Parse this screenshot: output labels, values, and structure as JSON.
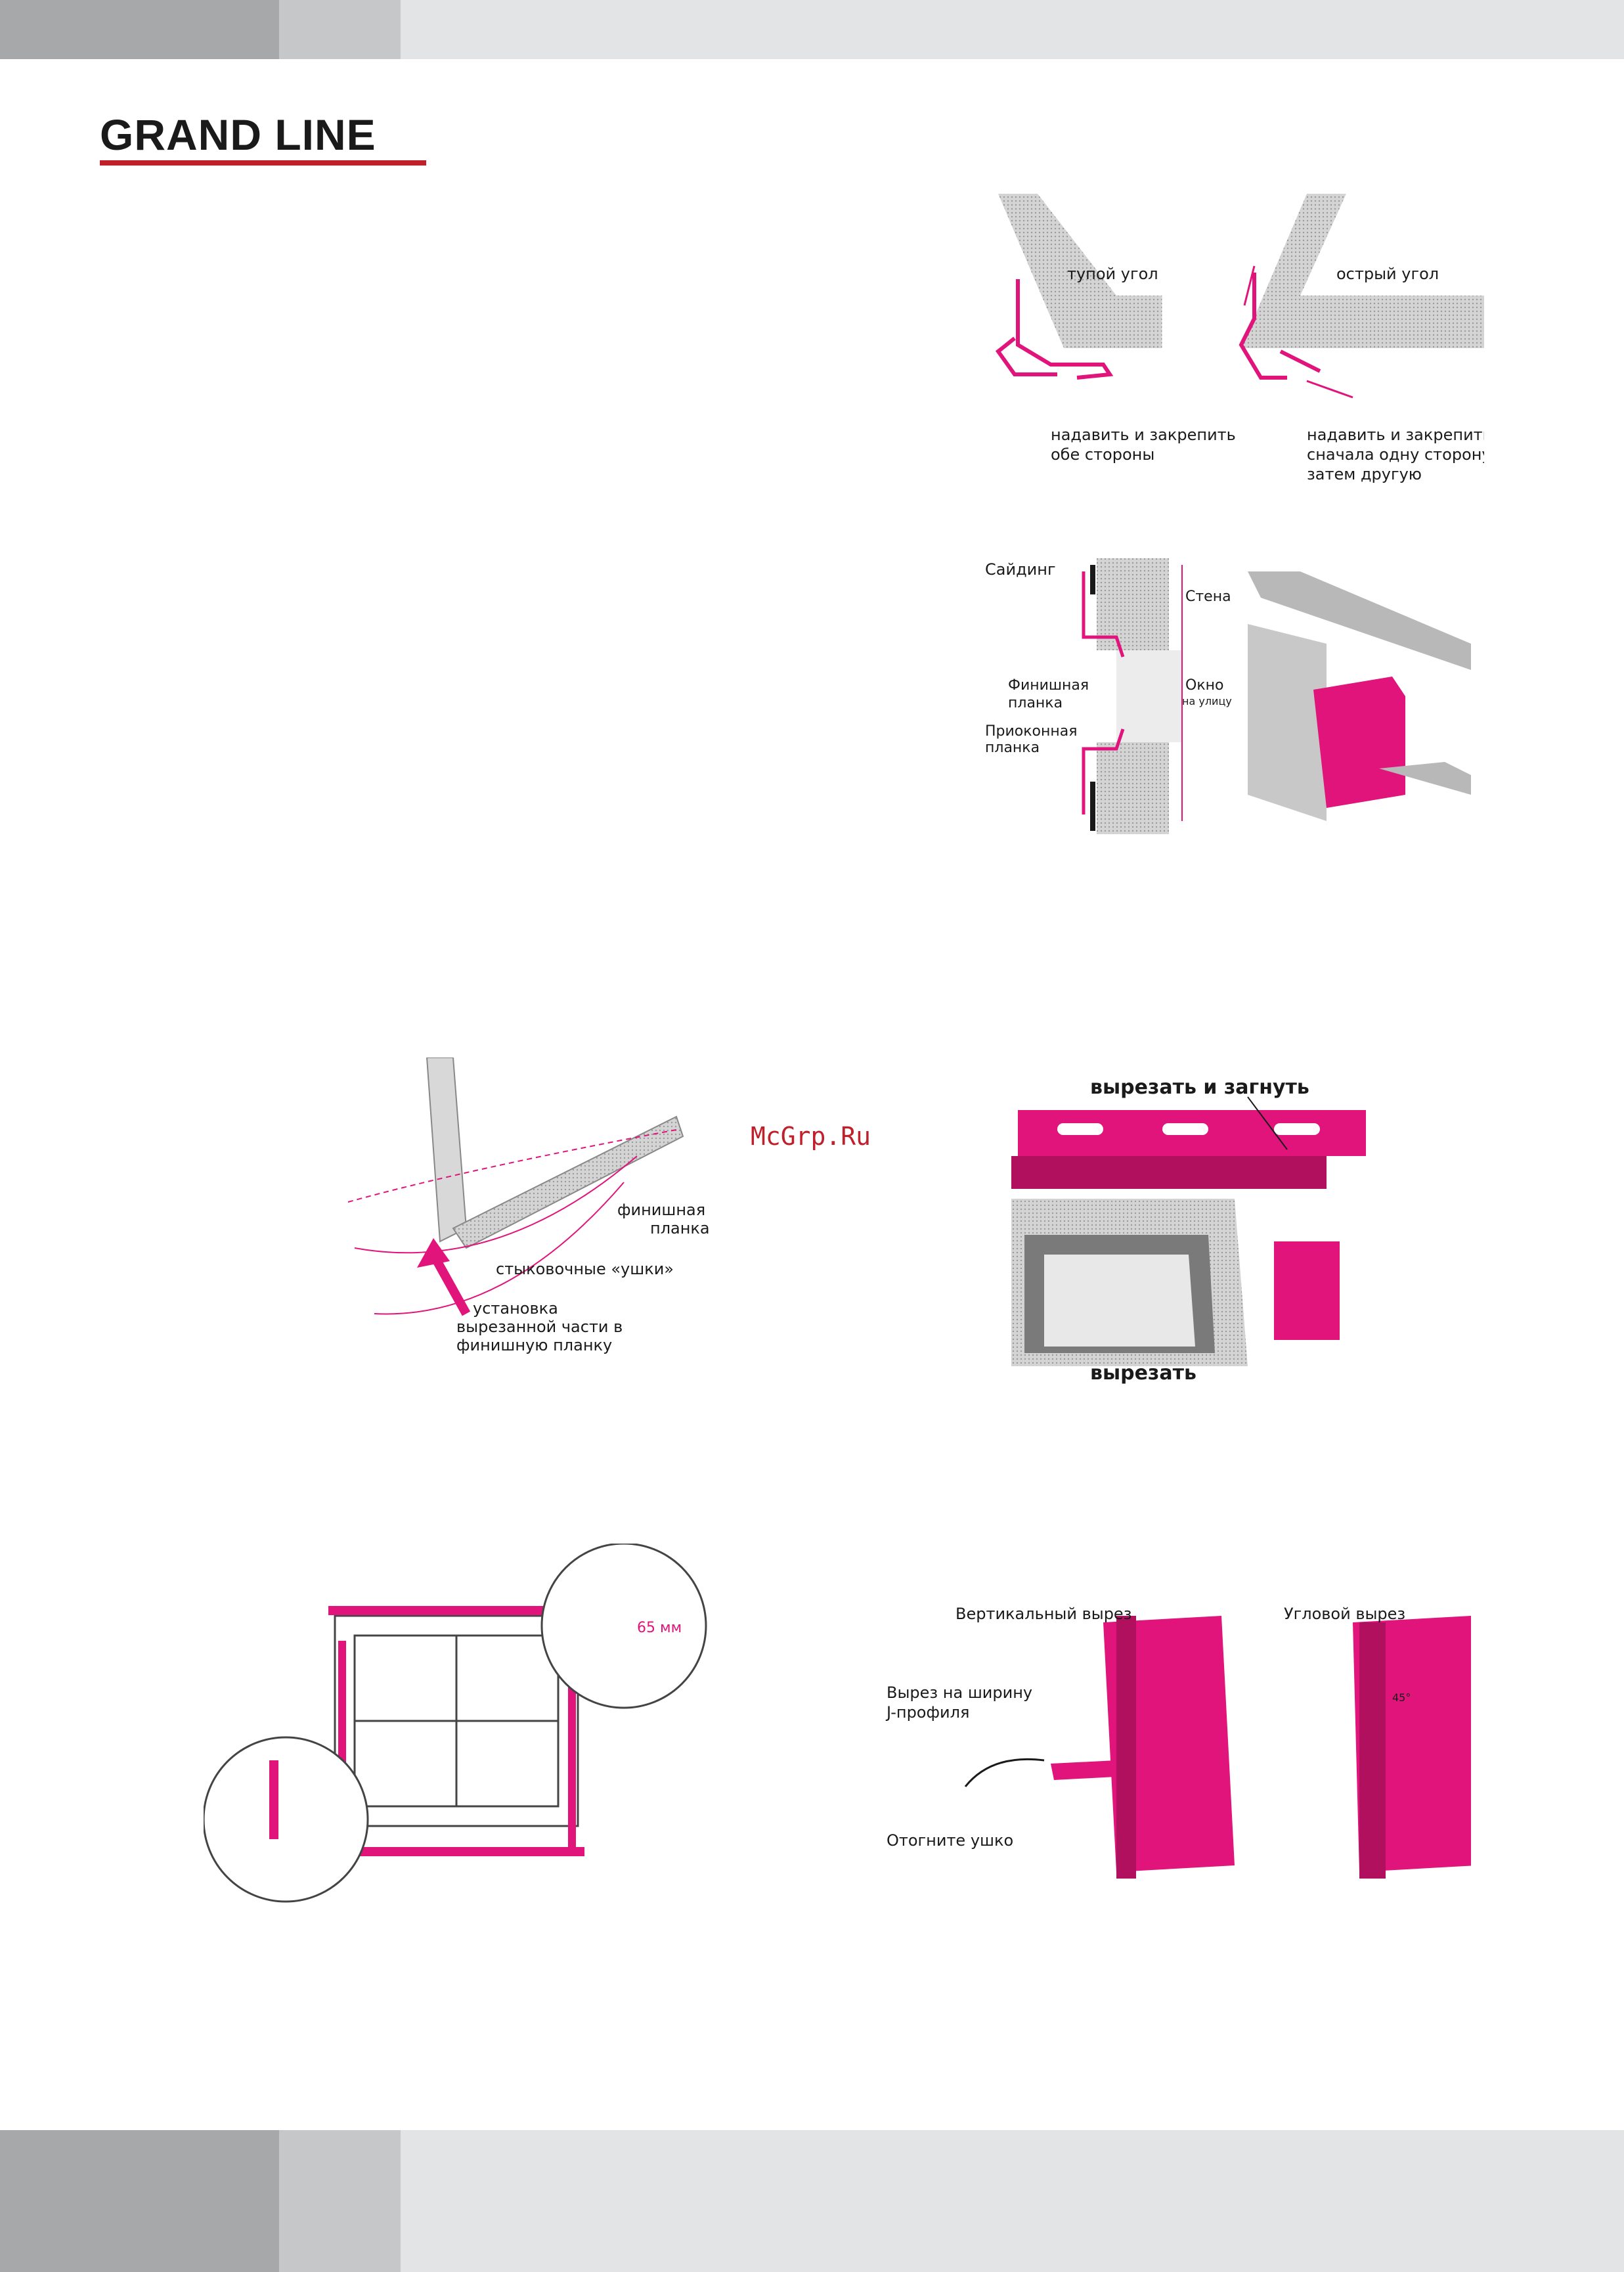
{
  "brand": {
    "logo_text": "GRAND LINE"
  },
  "watermark": "McGrp.Ru",
  "colors": {
    "accent": "#e0147a",
    "brand_red": "#c0202a",
    "gray_bar": "#a7a8aa"
  },
  "fig_corners": {
    "label_obtuse": "тупой угол",
    "label_acute": "острый угол",
    "caption_left_1": "надавить и закрепить",
    "caption_left_2": "обе стороны",
    "caption_right_1": "надавить и закрепить",
    "caption_right_2": "сначала одну сторону,",
    "caption_right_3": "затем другую"
  },
  "fig_window_section": {
    "siding": "Сайдинг",
    "wall": "Стена",
    "finish_strip_1": "Финишная",
    "finish_strip_2": "планка",
    "window_1": "Окно",
    "window_2": "на улицу",
    "window_strip_1": "Приоконная",
    "window_strip_2": "планка"
  },
  "fig_finish": {
    "finish_1": "финишная",
    "finish_2": "планка",
    "tabs": "стыковочные «ушки»",
    "install_1": "установка",
    "install_2": "вырезанной части в",
    "install_3": "финишную планку"
  },
  "fig_cut": {
    "cut_bend": "вырезать и загнуть",
    "cut": "вырезать"
  },
  "fig_window_frame": {
    "measure": "65 мм"
  },
  "fig_jprofile": {
    "vertical_cut": "Вертикальный вырез",
    "corner_cut": "Угловой вырез",
    "cut_width_1": "Вырез на ширину",
    "cut_width_2": "J-профиля",
    "bend_tab": "Отогните ушко",
    "angle": "45°"
  }
}
